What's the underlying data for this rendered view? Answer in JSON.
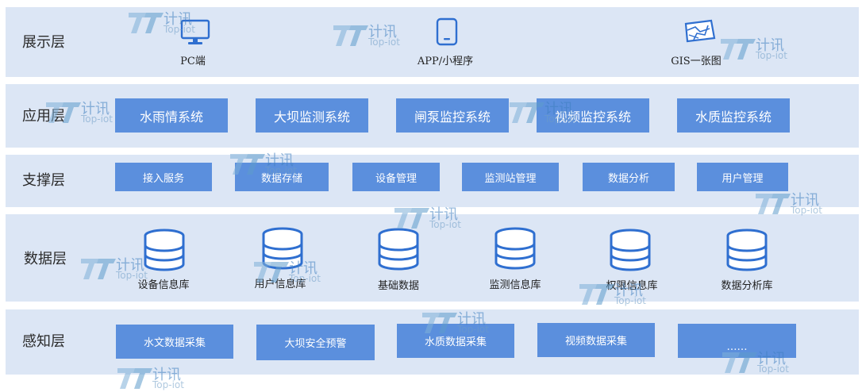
{
  "watermark": {
    "brand": "计讯",
    "sub": "Top-iot"
  },
  "layers": {
    "presentation": {
      "label": "展示层",
      "items": [
        "PC端",
        "APP/小程序",
        "GIS一张图"
      ]
    },
    "application": {
      "label": "应用层",
      "items": [
        "水雨情系统",
        "大坝监测系统",
        "闸泵监控系统",
        "视频监控系统",
        "水质监控系统"
      ]
    },
    "support": {
      "label": "支撑层",
      "items": [
        "接入服务",
        "数据存储",
        "设备管理",
        "监测站管理",
        "数据分析",
        "用户管理"
      ]
    },
    "data": {
      "label": "数据层",
      "items": [
        "设备信息库",
        "用户信息库",
        "基础数据",
        "监测信息库",
        "权限信息库",
        "数据分析库"
      ]
    },
    "perception": {
      "label": "感知层",
      "items": [
        "水文数据采集",
        "大坝安全预警",
        "水质数据采集",
        "视频数据采集",
        "……"
      ]
    }
  },
  "colors": {
    "layer_bg": "#dce6f5",
    "box": "#5b8fdd",
    "icon": "#2f6fd0"
  }
}
